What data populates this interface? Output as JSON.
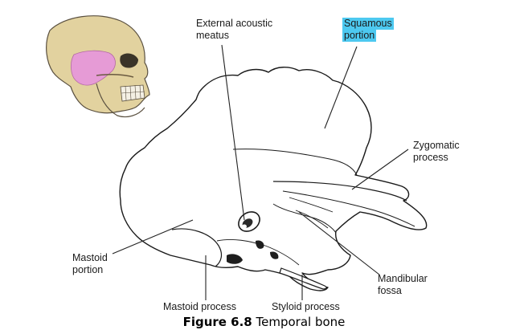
{
  "colors": {
    "highlight": "#4dc9f0",
    "skull_bone": "#e2d29f",
    "temporal_highlight": "#e69bd6",
    "line": "#222222"
  },
  "labels": {
    "external_acoustic_meatus": [
      "External acoustic",
      "meatus"
    ],
    "squamous_portion": [
      "Squamous",
      "portion"
    ],
    "zygomatic_process": [
      "Zygomatic",
      "process"
    ],
    "mastoid_portion": [
      "Mastoid",
      "portion"
    ],
    "mandibular_fossa": [
      "Mandibular",
      "fossa"
    ],
    "mastoid_process": "Mastoid process",
    "styloid_process": "Styloid process"
  },
  "caption": {
    "number": "Figure 6.8",
    "text": "Temporal bone"
  }
}
